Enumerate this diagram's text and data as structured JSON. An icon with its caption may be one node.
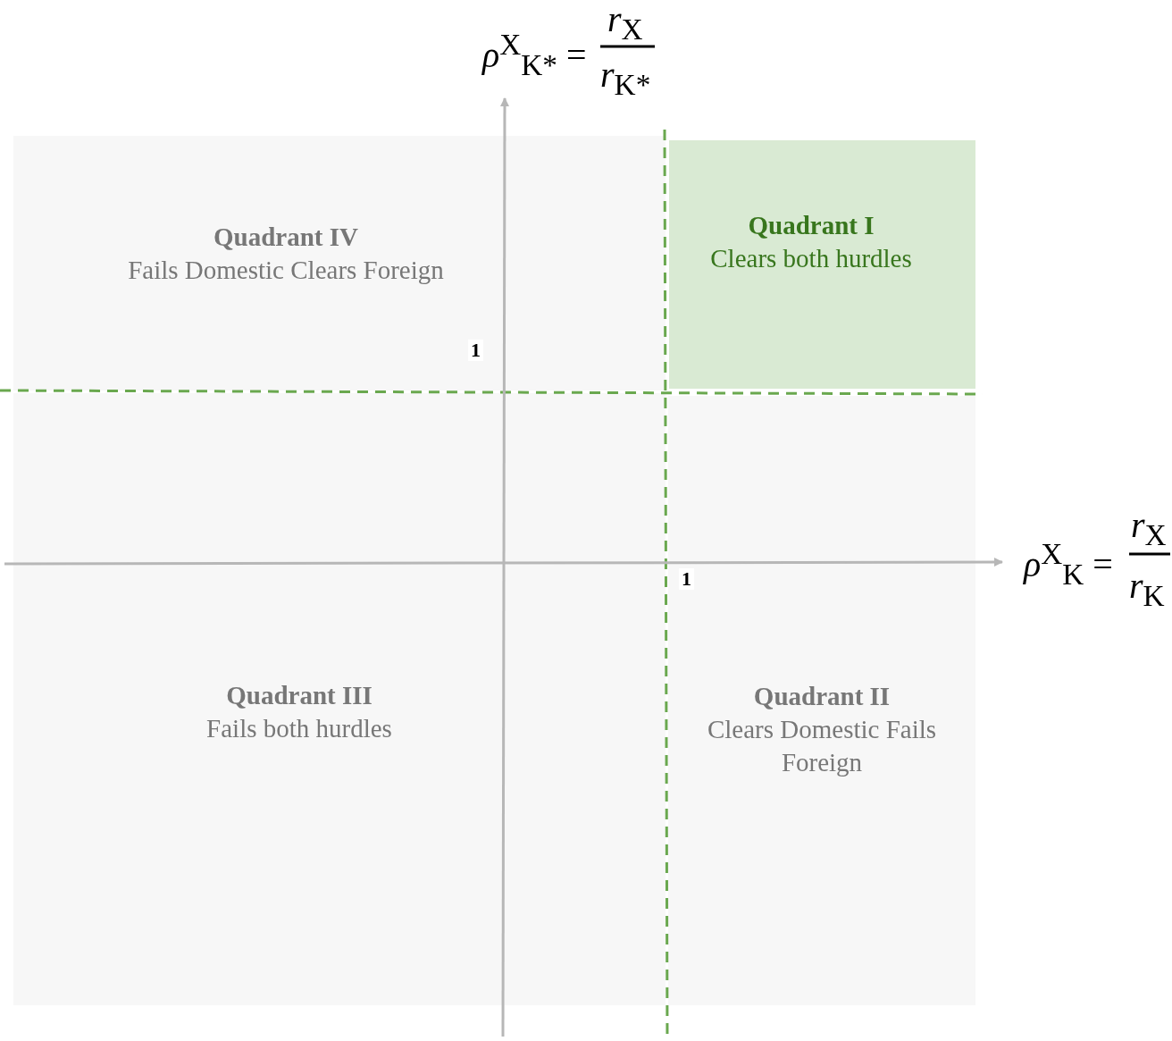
{
  "diagram": {
    "nodes": [
      {
        "text": [
          "Quadrant IV",
          "Fails Domestic Clears Foreign"
        ]
      },
      {
        "text": [
          "Quadrant I",
          "Clears both hurdles"
        ]
      },
      {
        "text": [
          "Quadrant III",
          "Fails both hurdles"
        ]
      },
      {
        "text": [
          "Quadrant II",
          "Clears Domestic Fails Foreign"
        ]
      }
    ],
    "edges": [],
    "labels": [
      "*ρ*$^{X}$$_{K*}$ =",
      "*r*$_{X}$",
      "*r*$_{K*}$",
      "1",
      "*ρ*$^{X}$$_{K}$ =",
      "*r*$_{X}$",
      "*r*$_{K}$",
      "1"
    ]
  }
}
